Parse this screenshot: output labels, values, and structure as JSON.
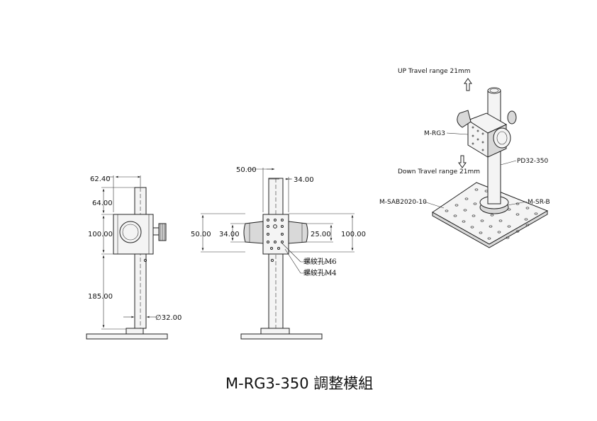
{
  "title": "M-RG3-350 調整模組",
  "side_view": {
    "dims": {
      "d1": "62.40",
      "d2": "64.00",
      "d3": "100.00",
      "d4": "185.00",
      "d5": "∅32.00"
    }
  },
  "front_view": {
    "dims": {
      "top_left": "50.00",
      "top_right": "34.00",
      "left_outer": "50.00",
      "left_inner": "34.00",
      "right_inner": "25.00",
      "right_outer": "100.00"
    },
    "notes": {
      "m6": "螺紋孔M6",
      "m4": "螺紋孔M4"
    }
  },
  "iso_view": {
    "labels": {
      "up": "UP Travel range 21mm",
      "down": "Down Travel range 21mm",
      "rg3": "M-RG3",
      "pd": "PD32-350",
      "sab": "M-SAB2020-10",
      "srb": "M-SR-B"
    }
  }
}
